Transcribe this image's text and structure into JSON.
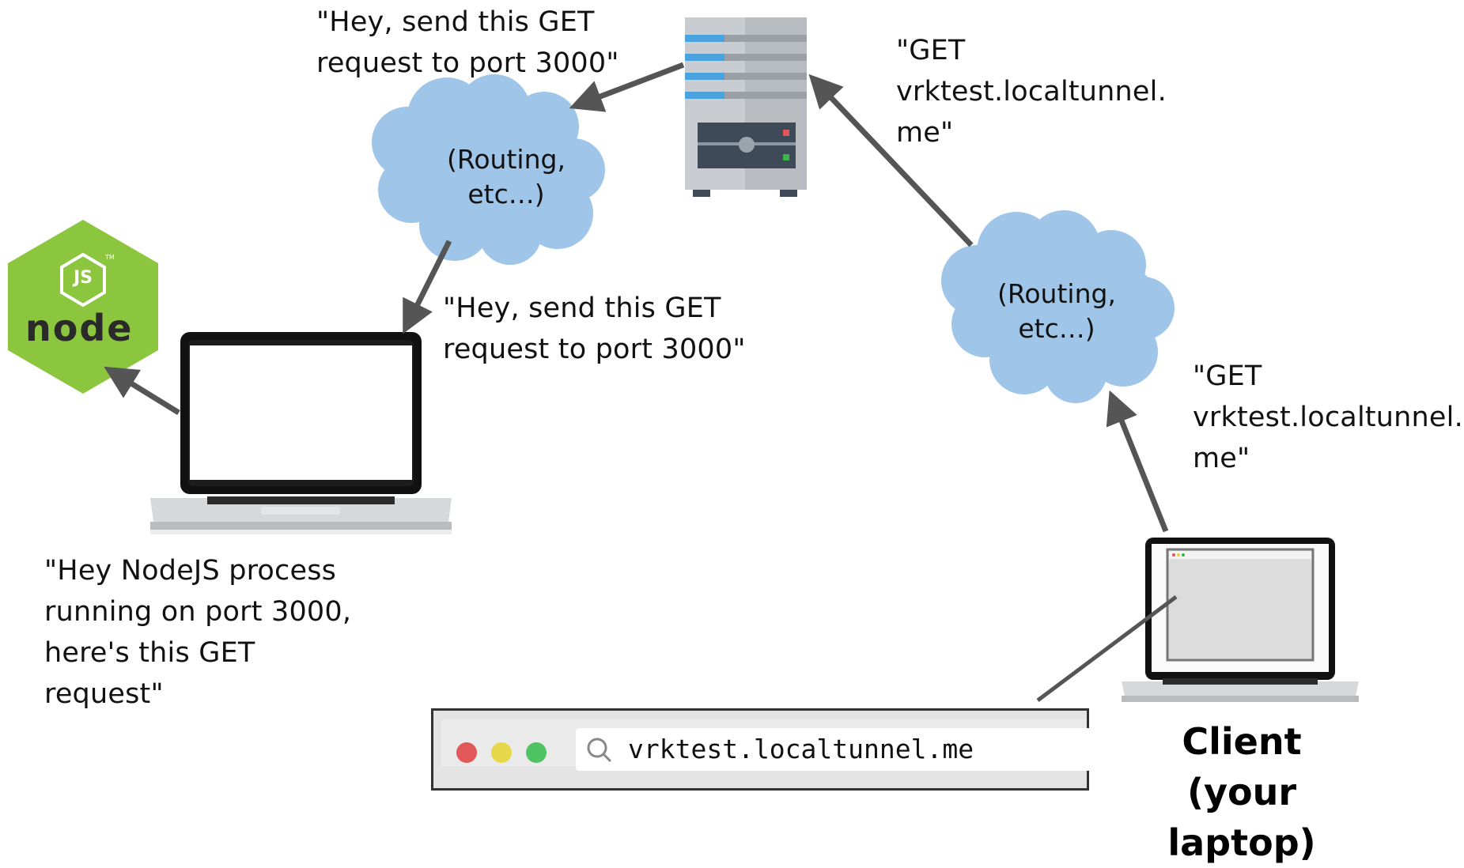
{
  "labels": {
    "server_to_cloud": "\"Hey, send this GET\nrequest to port 3000\"",
    "cloud_to_laptop": "\"Hey, send this GET\nrequest to port 3000\"",
    "client_to_server": "\"GET\nvrktest.localtunnel.\nme\"",
    "client_to_cloud": "\"GET\nvrktest.localtunnel.\nme\"",
    "laptop_to_node": "\"Hey NodeJS process\nrunning on port 3000,\nhere's this GET\nrequest\""
  },
  "clouds": {
    "left": "(Routing,\netc…)",
    "right": "(Routing,\netc…)"
  },
  "client": {
    "title": "Client\n(your laptop)"
  },
  "browser": {
    "url": "vrktest.localtunnel.me"
  },
  "node_logo": {
    "badge": "JS",
    "word": "node",
    "tm": "TM"
  },
  "colors": {
    "arrow": "#555555",
    "cloud": "#9fc5e8",
    "node_green": "#8cc63f",
    "server_blue": "#4aa3df"
  }
}
